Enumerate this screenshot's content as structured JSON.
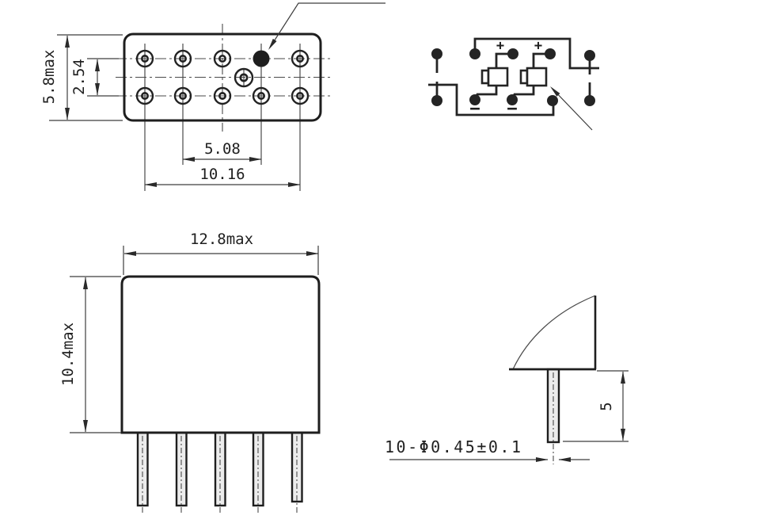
{
  "drawing": {
    "background_color": "#ffffff",
    "line_color": "#1e1e1e",
    "top_view": {
      "height_label": "5.8max",
      "row_pitch_label": "2.54",
      "inner_span_label": "5.08",
      "outer_span_label": "10.16"
    },
    "front_view": {
      "width_label": "12.8max",
      "height_label": "10.4max"
    },
    "side_view": {
      "pin_length_label": "5",
      "pin_diameter_label": "10-Φ0.45±0.1"
    },
    "schematic": {
      "coil1_positive_label": "+",
      "coil2_positive_label": "+",
      "coil1_negative_label": "−",
      "coil2_negative_label": "−"
    }
  }
}
